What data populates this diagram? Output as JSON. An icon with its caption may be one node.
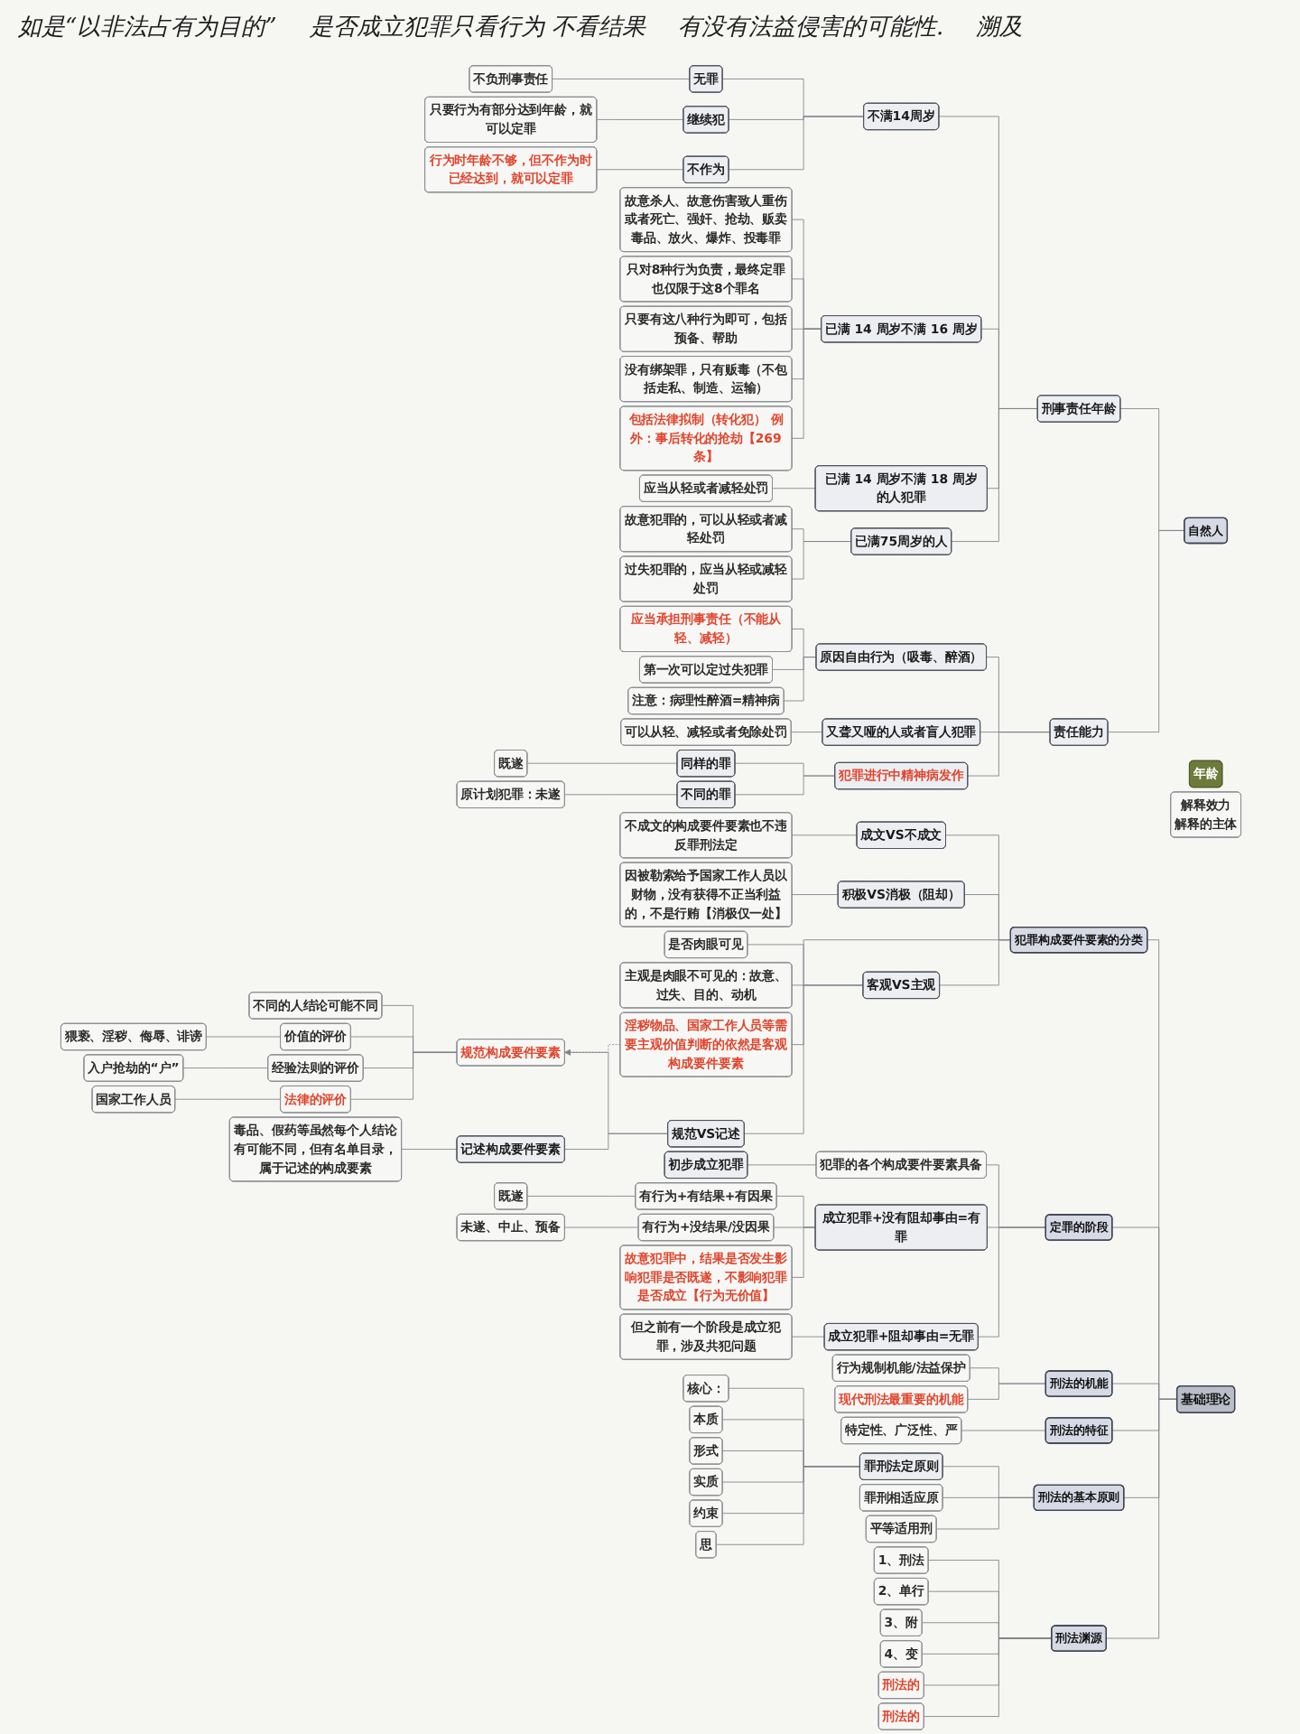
{
  "diagram": {
    "nodes": [
      {
        "text": [
          "犯罪构成要件要素的分类"
        ]
      },
      {
        "text": [
          "成文VS不成文"
        ]
      },
      {
        "text": [
          "不成文的构成要件要素也不违反罪刑法定"
        ]
      },
      {
        "text": [
          "积极VS消极（阻却）"
        ]
      },
      {
        "text": [
          "因被勒索给予国家工作人员以财物，没有获得不正当利益的，不是行贿【消极仅一处】"
        ]
      },
      {
        "text": [
          "客观VS主观"
        ]
      },
      {
        "text": [
          "是否肉眼可见"
        ]
      },
      {
        "text": [
          "主观是肉眼不可见的：故意、过失、目的、动机"
        ]
      },
      {
        "text": [
          "淫秽物品、国家工作人员等需要主观价值判断的依然是客观构成要件要素"
        ]
      },
      {
        "text": [
          "规范VS记述"
        ]
      },
      {
        "text": [
          "规范构成要件要素"
        ]
      },
      {
        "text": [
          "不同的人结论可能不同"
        ]
      },
      {
        "text": [
          "价值的评价"
        ]
      },
      {
        "text": [
          "猥亵、淫秽、侮辱、诽谤"
        ]
      },
      {
        "text": [
          "经验法则的评价"
        ]
      },
      {
        "text": [
          "入户抢劫的“户”"
        ]
      },
      {
        "text": [
          "法律的评价"
        ]
      },
      {
        "text": [
          "国家工作人员"
        ]
      },
      {
        "text": [
          "记述构成要件要素"
        ]
      },
      {
        "text": [
          "毒品、假药等虽然每个人结论有可能不同，但有名单目录，属于记述的构成要素"
        ]
      },
      {
        "text": [
          "定罪的阶段"
        ]
      },
      {
        "text": [
          "犯罪的各个构成要件要素具备"
        ]
      },
      {
        "text": [
          "初步成立犯罪"
        ]
      },
      {
        "text": [
          "成立犯罪+没有阻却事由=有罪"
        ]
      },
      {
        "text": [
          "有行为+有结果+有因果"
        ]
      },
      {
        "text": [
          "既遂"
        ]
      },
      {
        "text": [
          "有行为+没结果/没因果"
        ]
      },
      {
        "text": [
          "未遂、中止、预备"
        ]
      },
      {
        "text": [
          "故意犯罪中，结果是否发生影响犯罪是否既遂，不影响犯罪是否成立【行为无价值】"
        ]
      },
      {
        "text": [
          "成立犯罪+阻却事由=无罪"
        ]
      },
      {
        "text": [
          "但之前有一个阶段是成立犯罪，涉及共犯问题"
        ]
      },
      {
        "text": [
          "自然人"
        ]
      },
      {
        "text": [
          "刑事责任年龄"
        ]
      },
      {
        "text": [
          "不满14周岁"
        ]
      },
      {
        "text": [
          "无罪"
        ]
      },
      {
        "text": [
          "不负刑事责任"
        ]
      },
      {
        "text": [
          "继续犯"
        ]
      },
      {
        "text": [
          "只要行为有部分达到年龄，就可以定罪"
        ]
      },
      {
        "text": [
          "不作为"
        ]
      },
      {
        "text": [
          "行为时年龄不够，但不作为时已经达到，就可以定罪"
        ]
      },
      {
        "text": [
          "已满 14 周岁不满 16 周岁"
        ]
      },
      {
        "text": [
          "故意杀人、故意伤害致人重伤或者死亡、强奸、抢劫、贩卖毒品、放火、爆炸、投毒罪"
        ]
      },
      {
        "text": [
          "只对8种行为负责，最终定罪也仅限于这8个罪名"
        ]
      },
      {
        "text": [
          "只要有这八种行为即可，包括预备、帮助"
        ]
      },
      {
        "text": [
          "没有绑架罪，只有贩毒（不包括走私、制造、运输）"
        ]
      },
      {
        "text": [
          "包括法律拟制（转化犯） 例外：事后转化的抢劫【269条】"
        ]
      },
      {
        "text": [
          "已满 14 周岁不满 18 周岁的人犯罪"
        ]
      },
      {
        "text": [
          "应当从轻或者减轻处罚"
        ]
      },
      {
        "text": [
          "已满75周岁的人"
        ]
      },
      {
        "text": [
          "故意犯罪的，可以从轻或者减轻处罚"
        ]
      },
      {
        "text": [
          "过失犯罪的，应当从轻或减轻处罚"
        ]
      },
      {
        "text": [
          "年龄"
        ]
      },
      {
        "text": [
          "责任能力"
        ]
      },
      {
        "text": [
          "原因自由行为（吸毒、醉酒）"
        ]
      },
      {
        "text": [
          "应当承担刑事责任（不能从轻、减轻）"
        ]
      },
      {
        "text": [
          "第一次可以定过失犯罪"
        ]
      },
      {
        "text": [
          "注意：病理性醉酒=精神病"
        ]
      },
      {
        "text": [
          "又聋又哑的人或者盲人犯罪"
        ]
      },
      {
        "text": [
          "可以从轻、减轻或者免除处罚"
        ]
      },
      {
        "text": [
          "犯罪进行中精神病发作"
        ]
      },
      {
        "text": [
          "同样的罪"
        ]
      },
      {
        "text": [
          "既遂"
        ]
      },
      {
        "text": [
          "不同的罪"
        ]
      },
      {
        "text": [
          "原计划犯罪：未遂"
        ]
      },
      {
        "text": [
          "刑法的机能"
        ]
      },
      {
        "text": [
          "行为规制机能/法益保护"
        ]
      },
      {
        "text": [
          "现代刑法最重要的机能"
        ]
      },
      {
        "text": [
          "刑法的特征"
        ]
      },
      {
        "text": [
          "特定性、广泛性、严"
        ]
      },
      {
        "text": [
          "刑法的基本原则"
        ]
      },
      {
        "text": [
          "罪刑法定原则"
        ]
      },
      {
        "text": [
          "核心："
        ]
      },
      {
        "text": [
          "本质"
        ]
      },
      {
        "text": [
          "形式"
        ]
      },
      {
        "text": [
          "实质"
        ]
      },
      {
        "text": [
          "约束"
        ]
      },
      {
        "text": [
          "思"
        ]
      },
      {
        "text": [
          "罪刑相适应原"
        ]
      },
      {
        "text": [
          "平等适用刑"
        ]
      },
      {
        "text": [
          "刑法渊源"
        ]
      },
      {
        "text": [
          "1、刑法"
        ]
      },
      {
        "text": [
          "2、单行"
        ]
      },
      {
        "text": [
          "3、附"
        ]
      },
      {
        "text": [
          "4、变"
        ]
      },
      {
        "text": [
          "刑法的"
        ]
      },
      {
        "text": [
          "刑法的"
        ]
      },
      {
        "text": [
          "解释效力",
          "解释的主体"
        ]
      },
      {
        "text": [
          "基础理论"
        ]
      }
    ],
    "edges": [
      {
        "from": 87,
        "to": 0,
        "arrow": "none"
      },
      {
        "from": 0,
        "to": 1,
        "arrow": "none"
      },
      {
        "from": 1,
        "to": 2,
        "arrow": "none"
      },
      {
        "from": 0,
        "to": 3,
        "arrow": "none"
      },
      {
        "from": 3,
        "to": 4,
        "arrow": "none"
      },
      {
        "from": 0,
        "to": 5,
        "arrow": "none"
      },
      {
        "from": 5,
        "to": 6,
        "arrow": "none"
      },
      {
        "from": 5,
        "to": 7,
        "arrow": "none"
      },
      {
        "from": 5,
        "to": 8,
        "arrow": "none"
      },
      {
        "from": 0,
        "to": 9,
        "arrow": "none"
      },
      {
        "from": 9,
        "to": 10,
        "arrow": "none"
      },
      {
        "from": 10,
        "to": 11,
        "arrow": "none"
      },
      {
        "from": 10,
        "to": 12,
        "arrow": "none"
      },
      {
        "from": 12,
        "to": 13,
        "arrow": "none"
      },
      {
        "from": 10,
        "to": 14,
        "arrow": "none"
      },
      {
        "from": 14,
        "to": 15,
        "arrow": "none"
      },
      {
        "from": 10,
        "to": 16,
        "arrow": "none"
      },
      {
        "from": 16,
        "to": 17,
        "arrow": "none"
      },
      {
        "from": 9,
        "to": 18,
        "arrow": "none"
      },
      {
        "from": 18,
        "to": 19,
        "arrow": "none"
      },
      {
        "from": 8,
        "to": 10,
        "arrow": "to",
        "style": "dashed"
      },
      {
        "from": 87,
        "to": 20,
        "arrow": "none"
      },
      {
        "from": 20,
        "to": 21,
        "arrow": "none"
      },
      {
        "from": 21,
        "to": 22,
        "arrow": "none"
      },
      {
        "from": 20,
        "to": 23,
        "arrow": "none"
      },
      {
        "from": 23,
        "to": 24,
        "arrow": "none"
      },
      {
        "from": 24,
        "to": 25,
        "arrow": "none"
      },
      {
        "from": 23,
        "to": 26,
        "arrow": "none"
      },
      {
        "from": 26,
        "to": 27,
        "arrow": "none"
      },
      {
        "from": 23,
        "to": 28,
        "arrow": "none"
      },
      {
        "from": 20,
        "to": 29,
        "arrow": "none"
      },
      {
        "from": 29,
        "to": 30,
        "arrow": "none"
      },
      {
        "from": 31,
        "to": 32,
        "arrow": "none"
      },
      {
        "from": 32,
        "to": 33,
        "arrow": "none"
      },
      {
        "from": 33,
        "to": 34,
        "arrow": "none"
      },
      {
        "from": 34,
        "to": 35,
        "arrow": "none"
      },
      {
        "from": 33,
        "to": 36,
        "arrow": "none"
      },
      {
        "from": 36,
        "to": 37,
        "arrow": "none"
      },
      {
        "from": 33,
        "to": 38,
        "arrow": "none"
      },
      {
        "from": 38,
        "to": 39,
        "arrow": "none"
      },
      {
        "from": 32,
        "to": 40,
        "arrow": "none"
      },
      {
        "from": 40,
        "to": 41,
        "arrow": "none"
      },
      {
        "from": 40,
        "to": 42,
        "arrow": "none"
      },
      {
        "from": 40,
        "to": 43,
        "arrow": "none"
      },
      {
        "from": 40,
        "to": 44,
        "arrow": "none"
      },
      {
        "from": 40,
        "to": 45,
        "arrow": "none"
      },
      {
        "from": 32,
        "to": 46,
        "arrow": "none"
      },
      {
        "from": 46,
        "to": 47,
        "arrow": "none"
      },
      {
        "from": 32,
        "to": 48,
        "arrow": "none"
      },
      {
        "from": 48,
        "to": 49,
        "arrow": "none"
      },
      {
        "from": 48,
        "to": 50,
        "arrow": "none"
      },
      {
        "from": 31,
        "to": 52,
        "arrow": "none"
      },
      {
        "from": 52,
        "to": 53,
        "arrow": "none"
      },
      {
        "from": 53,
        "to": 54,
        "arrow": "none"
      },
      {
        "from": 53,
        "to": 55,
        "arrow": "none"
      },
      {
        "from": 53,
        "to": 56,
        "arrow": "none"
      },
      {
        "from": 52,
        "to": 57,
        "arrow": "none"
      },
      {
        "from": 57,
        "to": 58,
        "arrow": "none"
      },
      {
        "from": 52,
        "to": 59,
        "arrow": "none"
      },
      {
        "from": 59,
        "to": 60,
        "arrow": "none"
      },
      {
        "from": 60,
        "to": 61,
        "arrow": "none"
      },
      {
        "from": 59,
        "to": 62,
        "arrow": "none"
      },
      {
        "from": 62,
        "to": 63,
        "arrow": "none"
      },
      {
        "from": 87,
        "to": 64,
        "arrow": "none"
      },
      {
        "from": 64,
        "to": 65,
        "arrow": "none"
      },
      {
        "from": 64,
        "to": 66,
        "arrow": "none"
      },
      {
        "from": 87,
        "to": 67,
        "arrow": "none"
      },
      {
        "from": 67,
        "to": 68,
        "arrow": "none"
      },
      {
        "from": 87,
        "to": 69,
        "arrow": "none"
      },
      {
        "from": 69,
        "to": 70,
        "arrow": "none"
      },
      {
        "from": 70,
        "to": 71,
        "arrow": "none"
      },
      {
        "from": 70,
        "to": 72,
        "arrow": "none"
      },
      {
        "from": 70,
        "to": 73,
        "arrow": "none"
      },
      {
        "from": 70,
        "to": 74,
        "arrow": "none"
      },
      {
        "from": 70,
        "to": 75,
        "arrow": "none"
      },
      {
        "from": 70,
        "to": 76,
        "arrow": "none"
      },
      {
        "from": 69,
        "to": 77,
        "arrow": "none"
      },
      {
        "from": 69,
        "to": 78,
        "arrow": "none"
      },
      {
        "from": 87,
        "to": 79,
        "arrow": "none"
      },
      {
        "from": 79,
        "to": 80,
        "arrow": "none"
      },
      {
        "from": 79,
        "to": 81,
        "arrow": "none"
      },
      {
        "from": 79,
        "to": 82,
        "arrow": "none"
      },
      {
        "from": 79,
        "to": 83,
        "arrow": "none"
      },
      {
        "from": 79,
        "to": 84,
        "arrow": "none"
      },
      {
        "from": 79,
        "to": 85,
        "arrow": "none"
      }
    ],
    "labels": [
      "如是“以非法占有为目的”",
      "是否成立犯罪只看行为 不看结果",
      "有没有法益侵害的可能性.",
      "溯及"
    ]
  }
}
